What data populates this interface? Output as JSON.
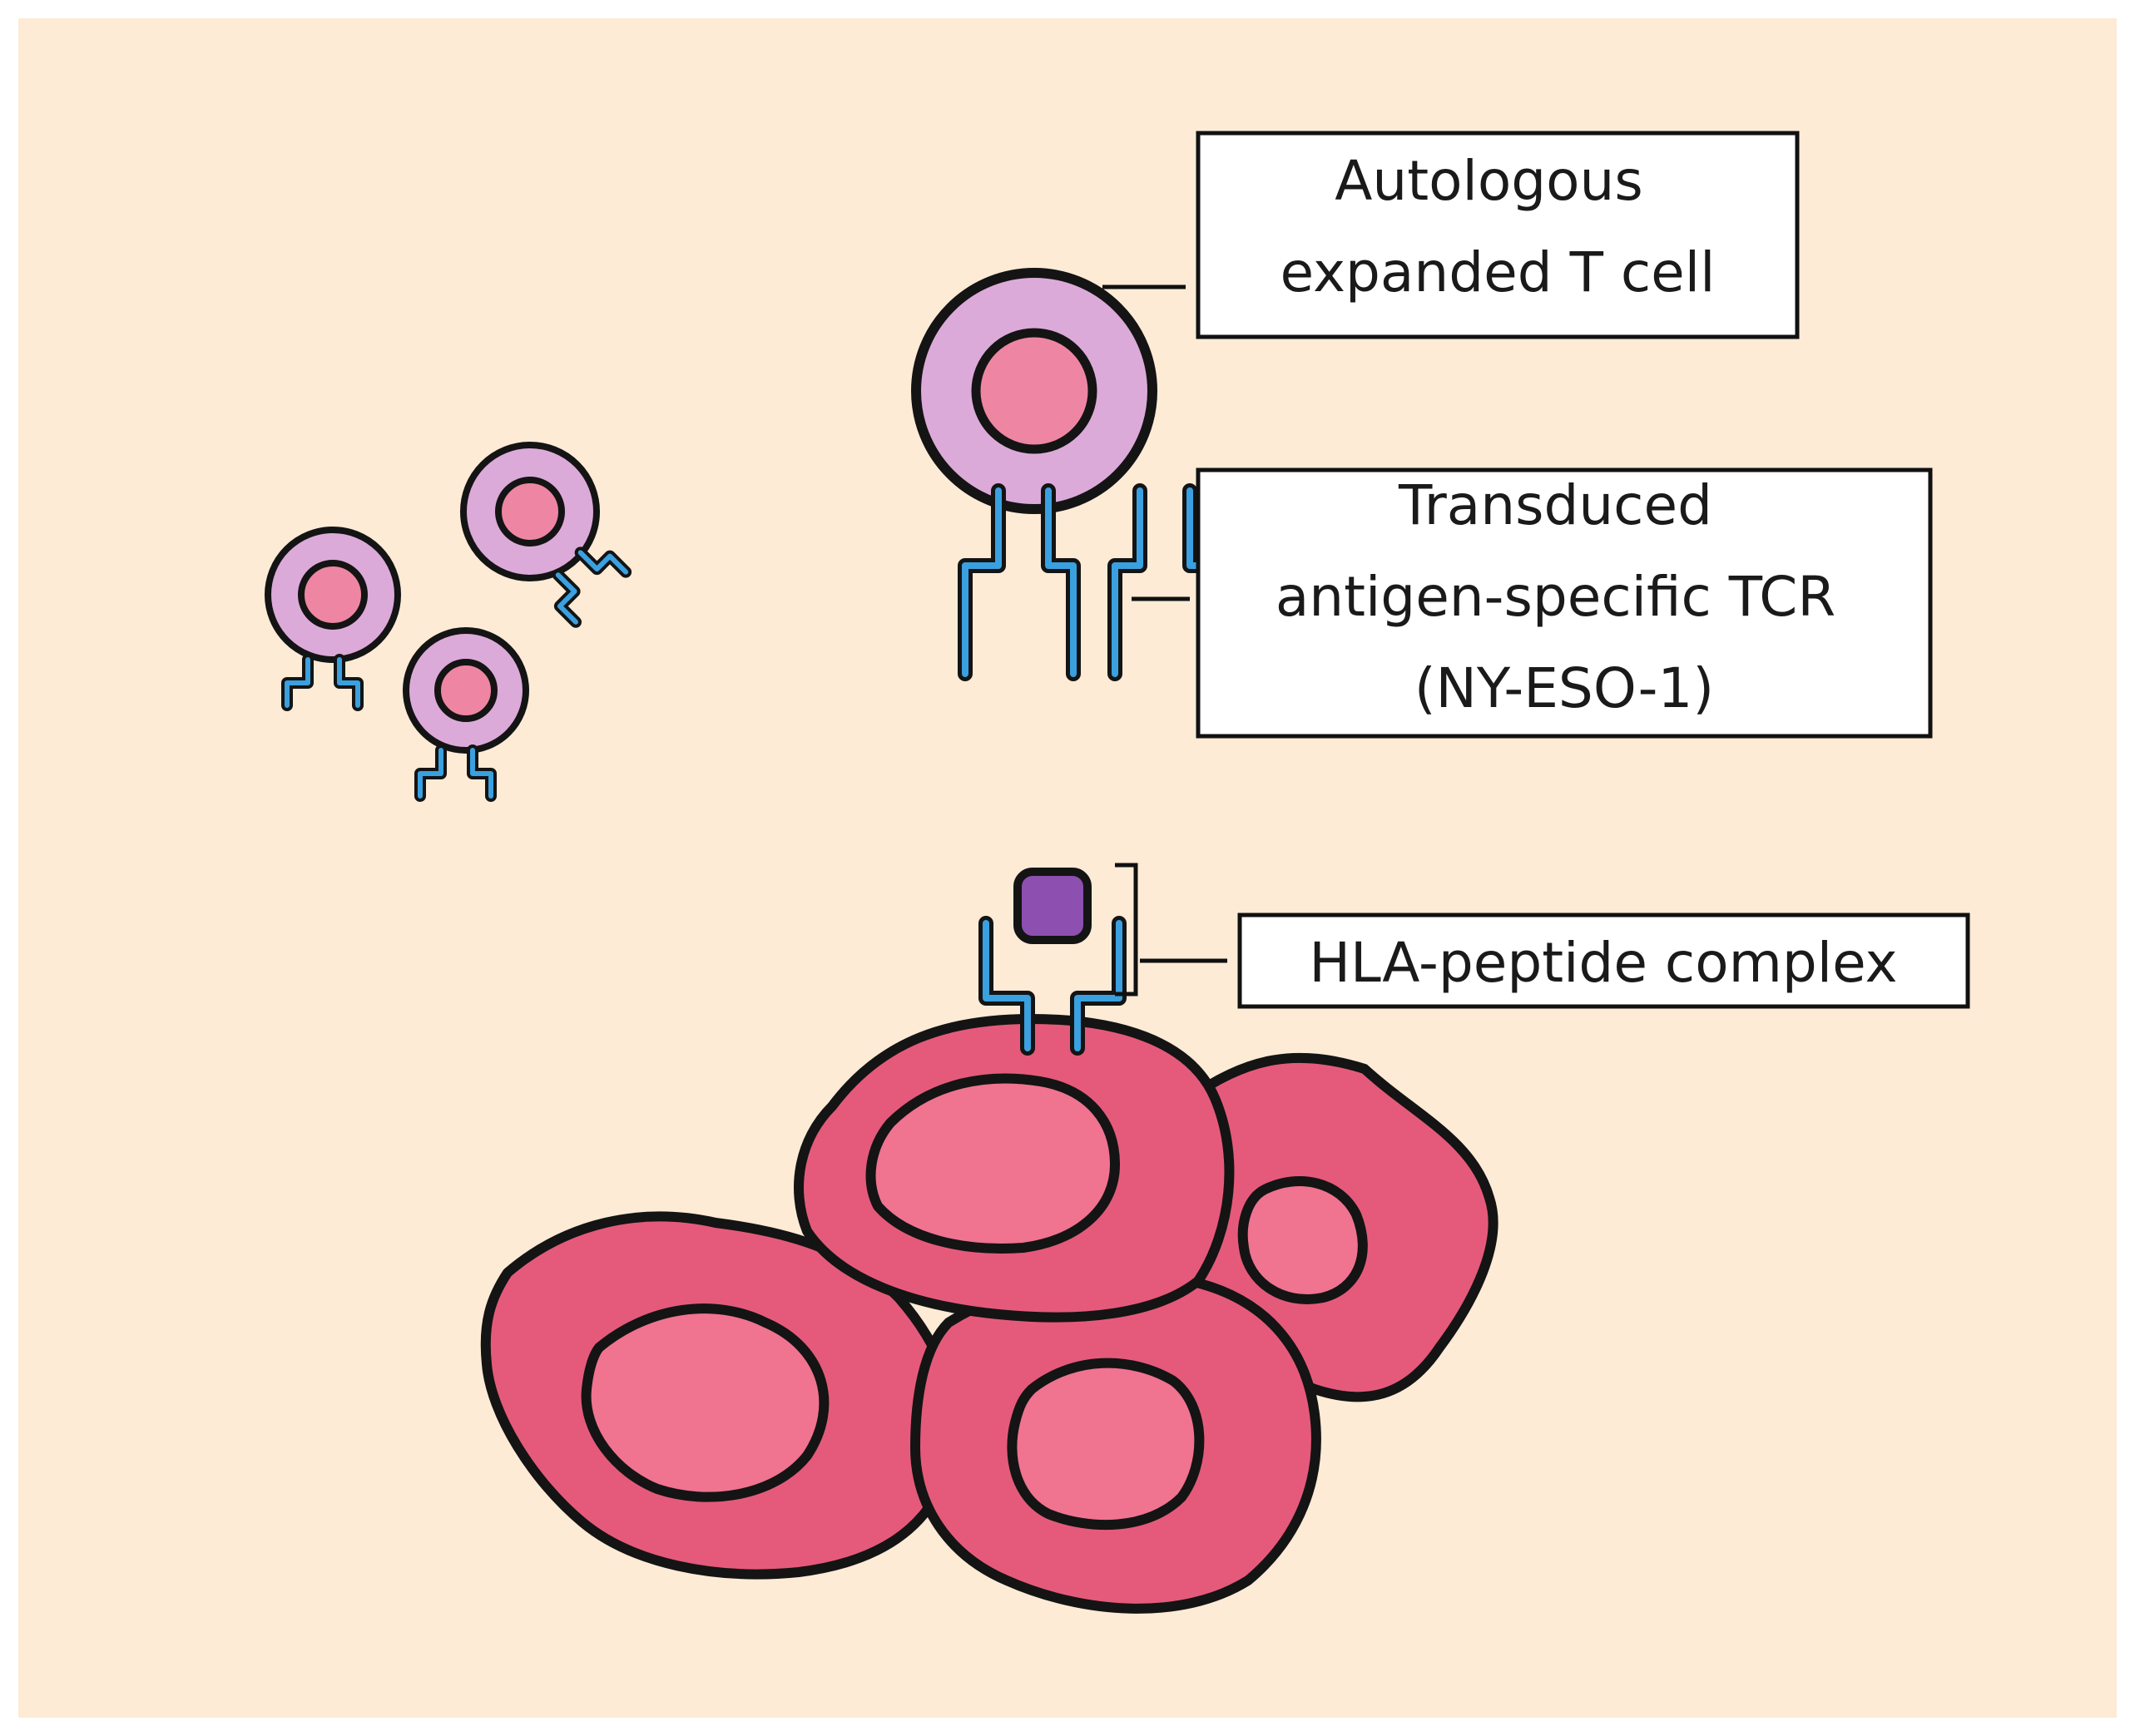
{
  "colors": {
    "background": "#fdebd6",
    "t_cell_outer": "#dcaad9",
    "t_cell_inner": "#ee86a3",
    "tcr_blue": "#3aa0e0",
    "tumor_cell": "#e55a7a",
    "tumor_nucleus": "#f07390",
    "peptide": "#8d4fb0",
    "outline": "#141414"
  },
  "labels": {
    "t_cell": [
      "Autologous",
      "expanded T cell"
    ],
    "tcr": [
      "Transduced",
      "antigen-specific TCR",
      "(NY-ESO-1)"
    ],
    "hla": "HLA-peptide complex"
  },
  "icons": {
    "t_cell": "t-cell-icon",
    "tcr": "tcr-receptor-icon",
    "hla": "hla-peptide-complex-icon",
    "tumor": "tumor-cell-icon"
  }
}
